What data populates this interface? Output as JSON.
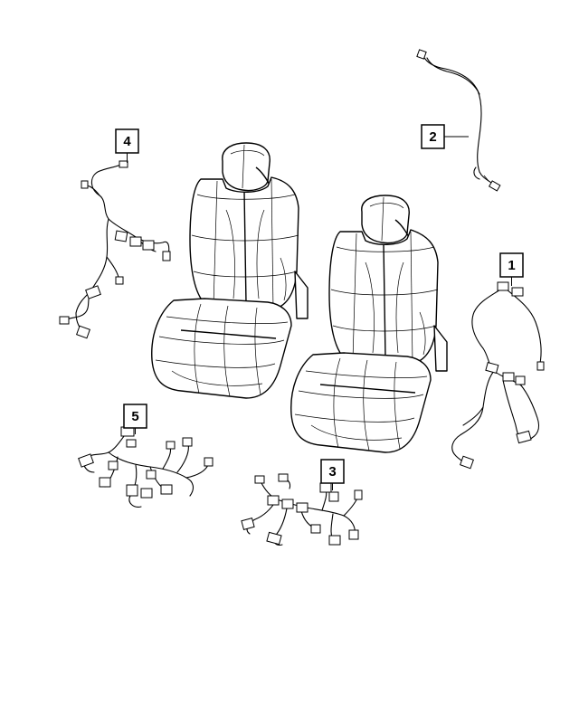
{
  "diagram": {
    "parts": [
      {
        "callout": "1",
        "name": "wiring-harness-right-seat-back"
      },
      {
        "callout": "2",
        "name": "wiring-harness-lead"
      },
      {
        "callout": "3",
        "name": "wiring-harness-right-seat-cushion"
      },
      {
        "callout": "4",
        "name": "wiring-harness-left-seat-back"
      },
      {
        "callout": "5",
        "name": "wiring-harness-left-seat-cushion"
      }
    ]
  }
}
